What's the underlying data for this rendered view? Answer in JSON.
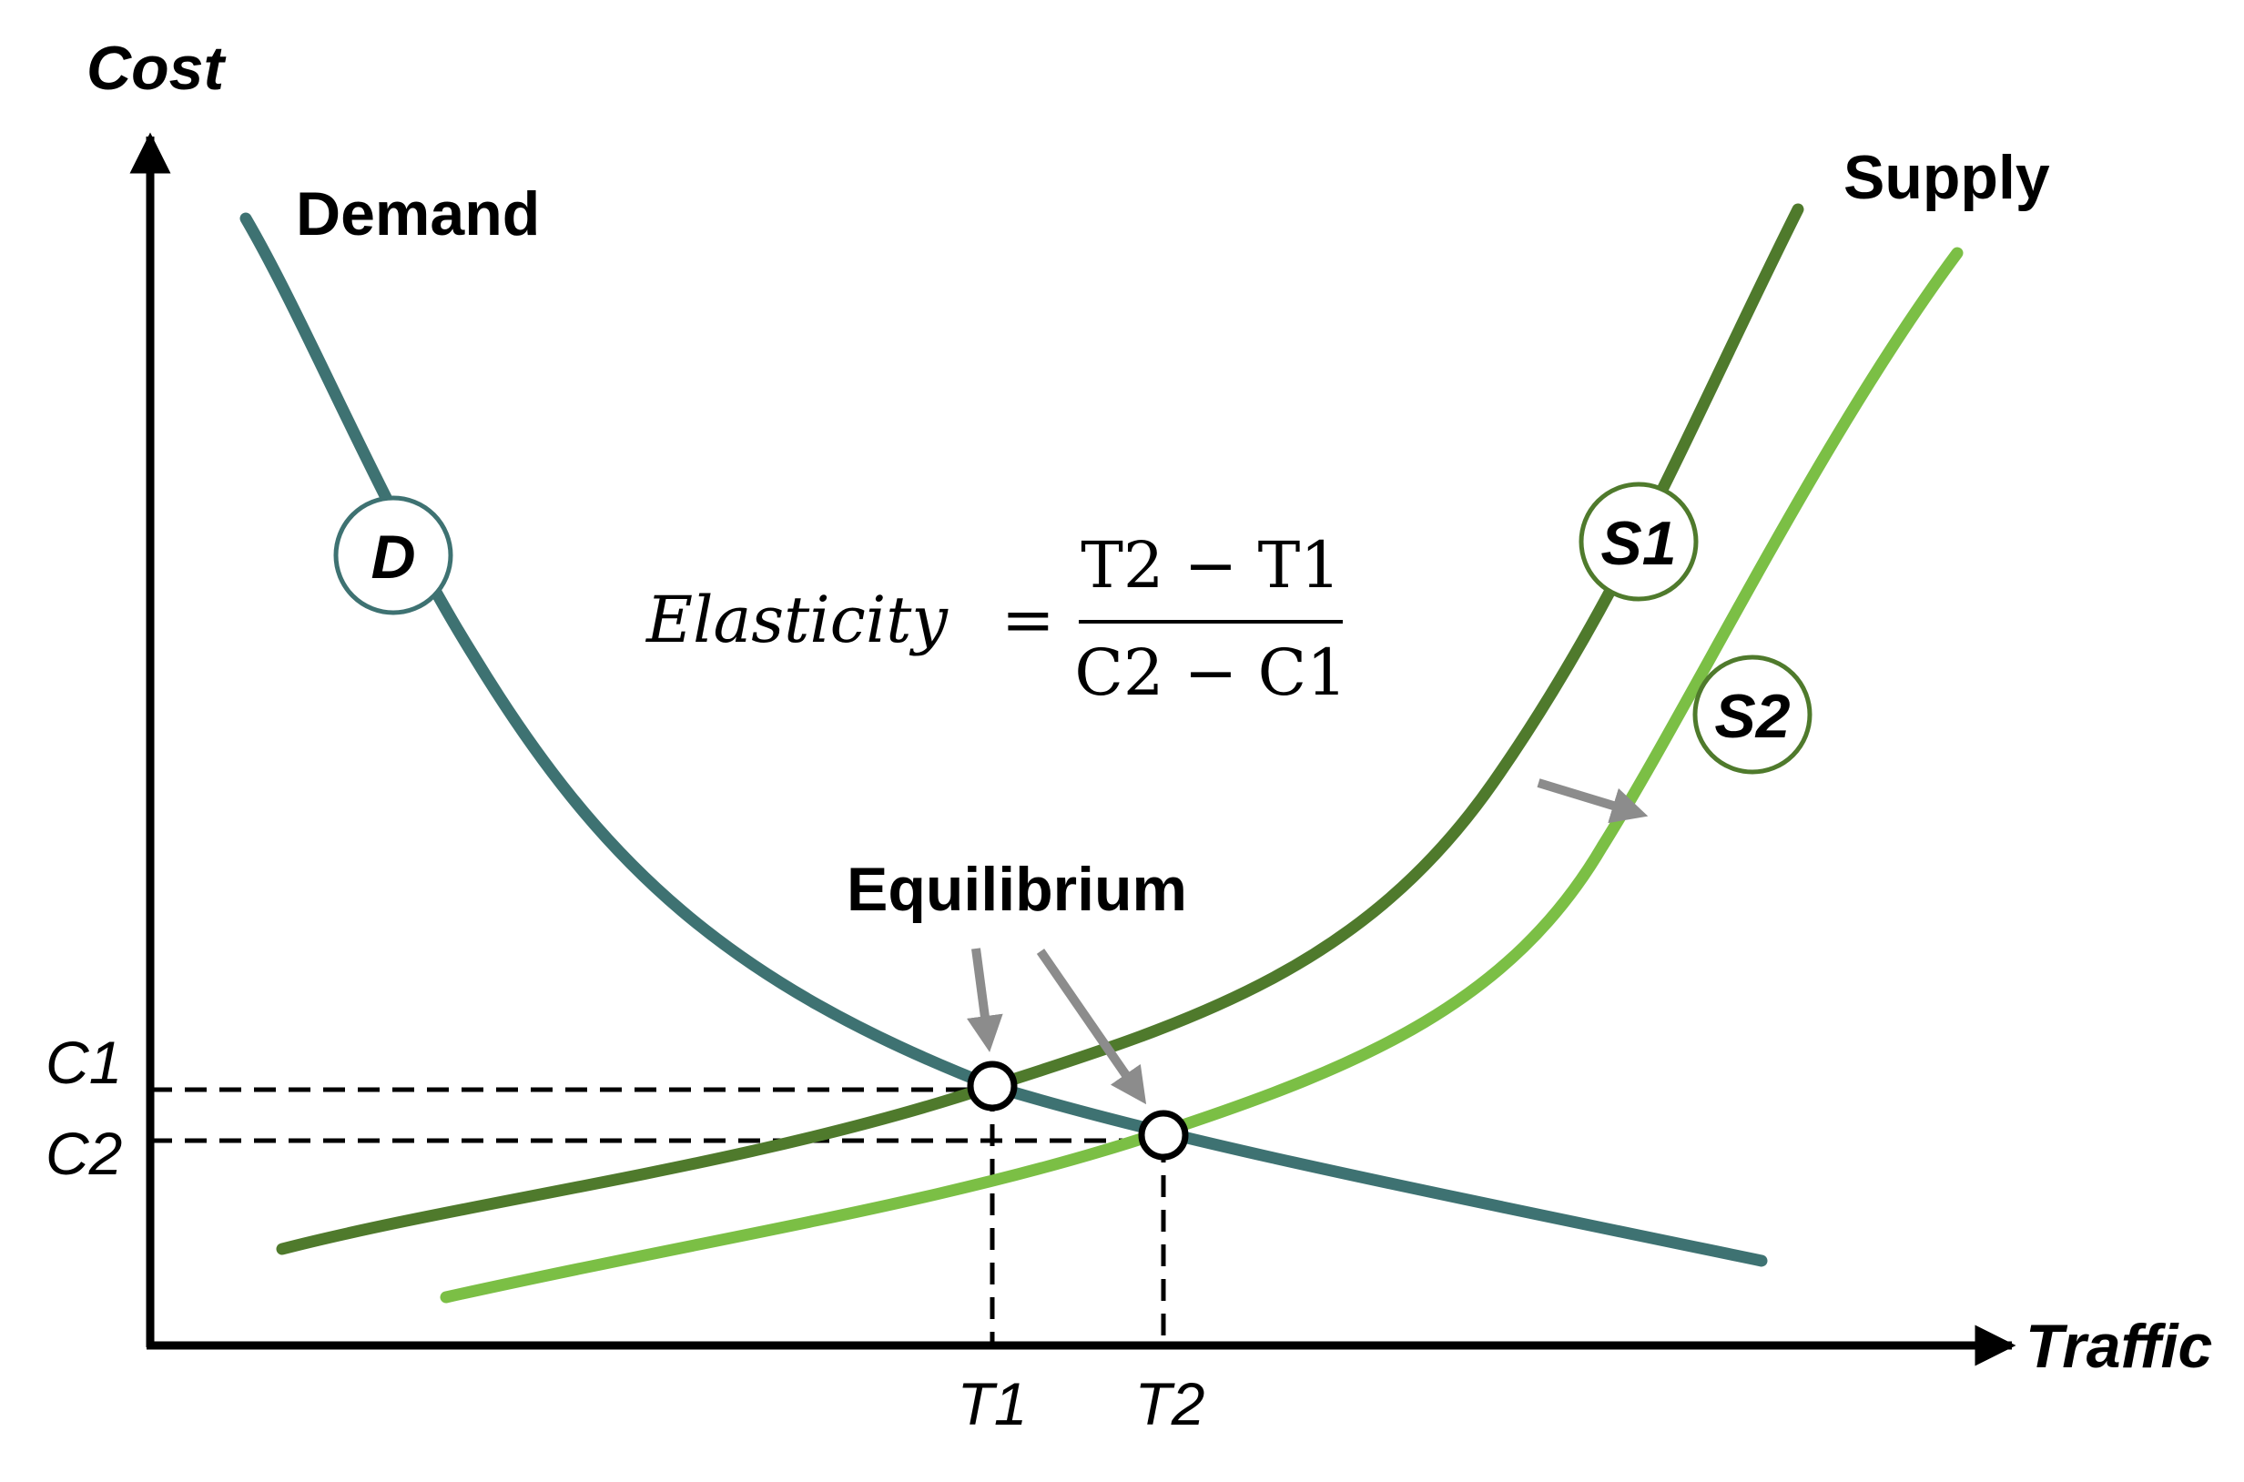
{
  "axes": {
    "y_label": "Cost",
    "x_label": "Traffic"
  },
  "curves": {
    "demand": {
      "label": "Demand",
      "marker": "D",
      "color": "#3e7272"
    },
    "supply": {
      "label": "Supply"
    },
    "s1": {
      "marker": "S1",
      "color": "#4f7a2c"
    },
    "s2": {
      "marker": "S2",
      "color": "#7bbf45"
    }
  },
  "equilibrium": {
    "label": "Equilibrium"
  },
  "formula": {
    "lhs": "Elasticity",
    "equals": "=",
    "numerator": "T2 − T1",
    "denominator": "C2 − C1"
  },
  "ticks": {
    "c1": "C1",
    "c2": "C2",
    "t1": "T1",
    "t2": "T2"
  },
  "colors": {
    "axis": "#000000",
    "arrow": "#8c8c8c",
    "dashed": "#000000"
  }
}
